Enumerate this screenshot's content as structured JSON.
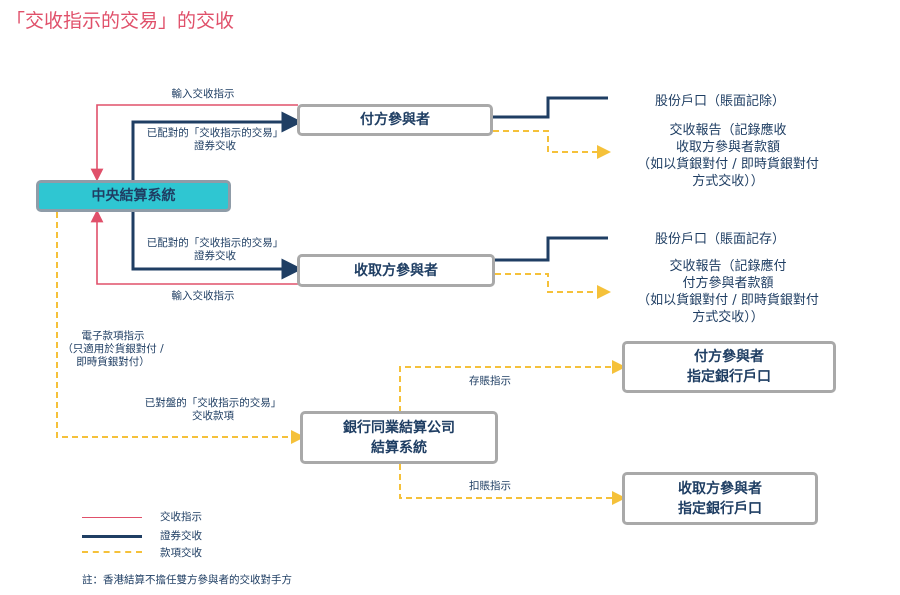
{
  "title": "「交收指示的交易」的交收",
  "colors": {
    "instruction": "#e0506a",
    "securities": "#1f3e63",
    "money": "#f5c13a",
    "central_fill": "#2fc6d2",
    "box_border": "#a9a9a9"
  },
  "nodes": {
    "central": "中央結算系統",
    "payer": "付方參與者",
    "receiver": "收取方參與者",
    "bank_clearing": "銀行同業結算公司\n結算系統",
    "payer_bank": "付方參與者\n指定銀行戶口",
    "receiver_bank": "收取方參與者\n指定銀行戶口"
  },
  "labels": {
    "input_top": "輸入交收指示",
    "matched_top": "已配對的「交收指示的交易」\n證券交收",
    "matched_bottom": "已配對的「交收指示的交易」\n證券交收",
    "input_bottom": "輸入交收指示",
    "electronic": "電子款項指示\n（只適用於貨銀對付 /\n即時貨銀對付）",
    "reconciled": "已對盤的「交收指示的交易」\n交收款項",
    "credit": "存賬指示",
    "debit": "扣賬指示"
  },
  "outputs": {
    "payer_stock": "股份戶口（賬面記除）",
    "payer_report": "交收報告（記錄應收\n收取方參與者款額\n（如以貨銀對付 / 即時貨銀對付\n方式交收））",
    "receiver_stock": "股份戶口（賬面記存）",
    "receiver_report": "交收報告（記錄應付\n付方參與者款額\n（如以貨銀對付 / 即時貨銀對付\n方式交收））"
  },
  "legend": {
    "instruction": "交收指示",
    "securities": "證券交收",
    "money": "款項交收"
  },
  "note": "註：香港結算不擔任雙方參與者的交收對手方"
}
